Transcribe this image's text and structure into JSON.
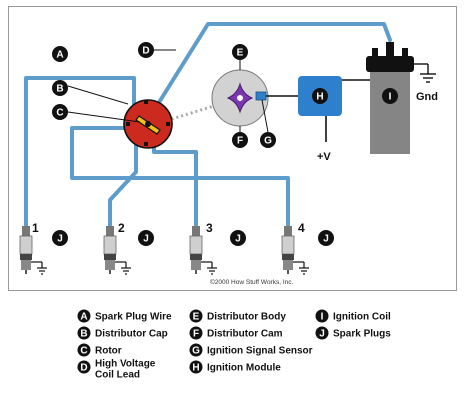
{
  "diagram": {
    "copyright": "©2000 How Stuff Works, Inc.",
    "supply_label": "+V",
    "ground_label": "Gnd",
    "plug_numbers": [
      "1",
      "2",
      "3",
      "4"
    ],
    "callouts": {
      "A": "A",
      "B": "B",
      "C": "C",
      "D": "D",
      "E": "E",
      "F": "F",
      "G": "G",
      "H": "H",
      "I": "I",
      "J": "J"
    },
    "colors": {
      "wire": "#5e9ccb",
      "distributor_cap": "#cc2a1f",
      "module": "#2e80cc",
      "coil": "#858585",
      "distributor_body": "#d2d2d2",
      "cam": "#7a35b0"
    }
  },
  "legend": {
    "items": [
      {
        "letter": "A",
        "text": "Spark Plug Wire"
      },
      {
        "letter": "B",
        "text": "Distributor Cap"
      },
      {
        "letter": "C",
        "text": "Rotor"
      },
      {
        "letter": "D",
        "text": "High Voltage Coil Lead"
      },
      {
        "letter": "E",
        "text": "Distributor Body"
      },
      {
        "letter": "F",
        "text": "Distributor Cam"
      },
      {
        "letter": "G",
        "text": "Ignition Signal Sensor"
      },
      {
        "letter": "H",
        "text": "Ignition Module"
      },
      {
        "letter": "I",
        "text": "Ignition Coil"
      },
      {
        "letter": "J",
        "text": "Spark Plugs"
      }
    ]
  }
}
